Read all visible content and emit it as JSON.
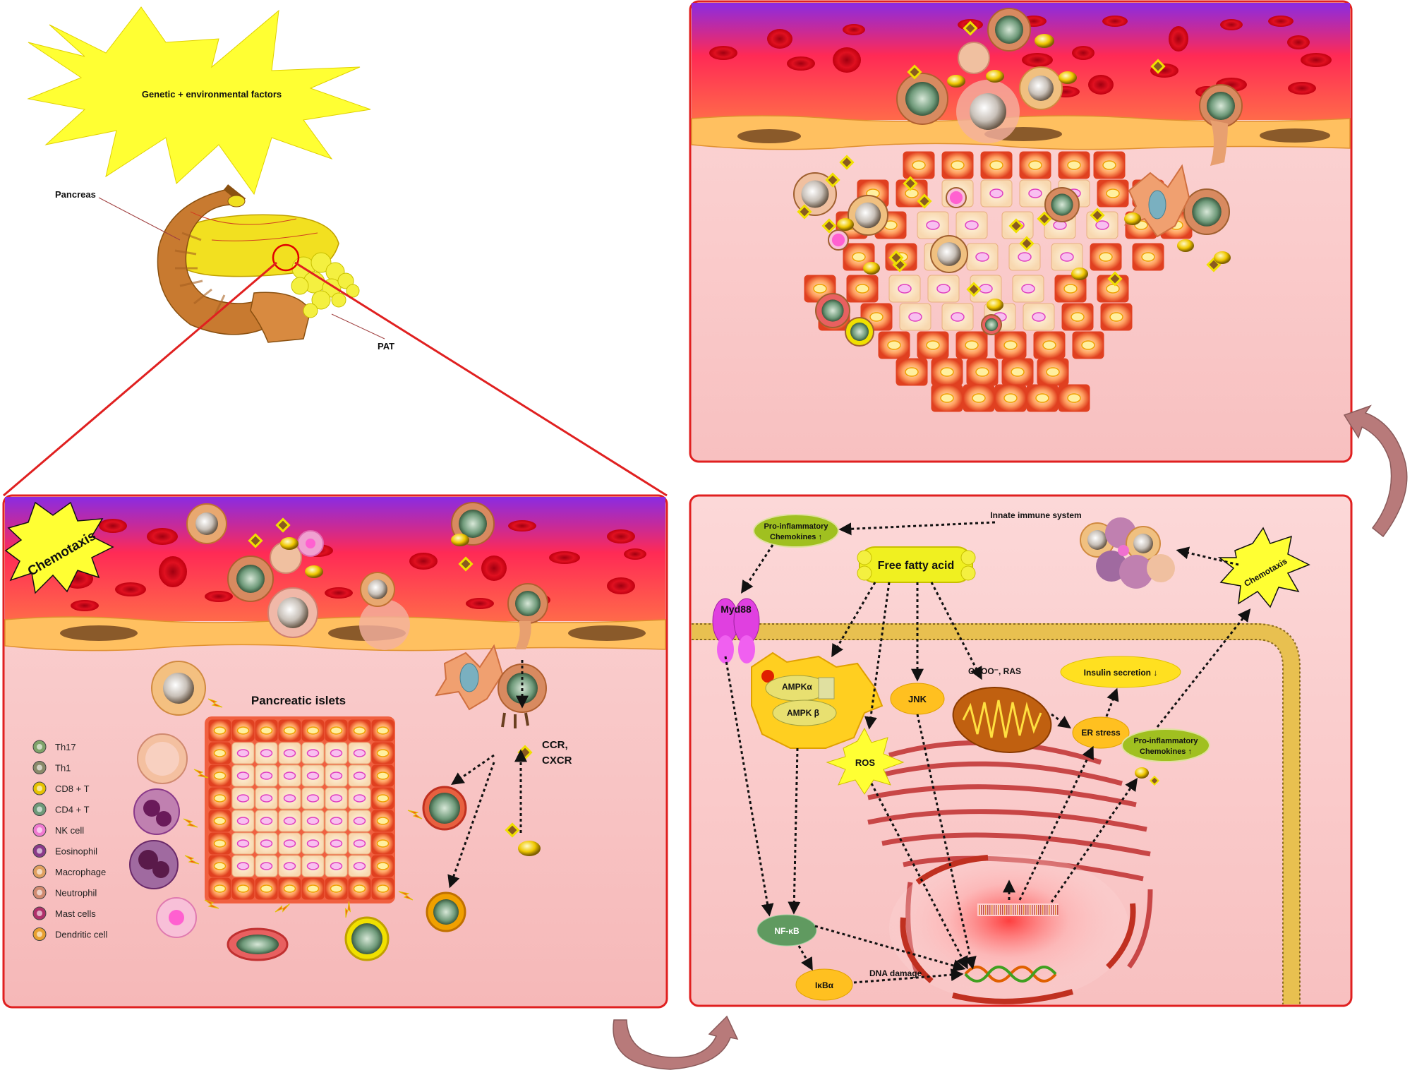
{
  "header": {
    "burst_text": "Genetic + environmental  factors",
    "pancreas_label": "Pancreas",
    "pat_label": "PAT"
  },
  "panel_left": {
    "chemotaxis": "Chemotaxis",
    "islets_title": "Pancreatic islets",
    "receptor_label_1": "CCR,",
    "receptor_label_2": "CXCR"
  },
  "legend": {
    "items": [
      {
        "label": "Th17",
        "color": "#7fa36a"
      },
      {
        "label": "Th1",
        "color": "#8a8a6a"
      },
      {
        "label": "CD8 + T",
        "color": "#e6c200"
      },
      {
        "label": "CD4 + T",
        "color": "#6f9a7a"
      },
      {
        "label": "NK cell",
        "color": "#f07ad0"
      },
      {
        "label": "Eosinophil",
        "color": "#8a3a8a"
      },
      {
        "label": "Macrophage",
        "color": "#e0a060"
      },
      {
        "label": "Neutrophil",
        "color": "#d08a70"
      },
      {
        "label": "Mast cells",
        "color": "#b0306a"
      },
      {
        "label": "Dendritic cell",
        "color": "#e8a030"
      }
    ]
  },
  "panel_right": {
    "innate": "Innate immune system",
    "proinf_1a": "Pro-inflammatory",
    "proinf_1b": "Chemokines ↑",
    "ffa": "Free fatty acid",
    "chemotaxis": "Chemotaxis",
    "myd88": "Myd88",
    "ampka": "AMPKα",
    "ampkb": "AMPK β",
    "ros": "ROS",
    "jnk": "JNK",
    "onoo": "ONOO⁻, RAS",
    "insulin": "Insulin secretion ↓",
    "er": "ER stress",
    "proinf_2a": "Pro-inflammatory",
    "proinf_2b": "Chemokines ↑",
    "nfkb": "NF-κB",
    "ikba": "IκBα",
    "dna": "DNA damage"
  },
  "colors": {
    "frame": "#e02020",
    "vessel_top": "#8a2be2",
    "vessel_bottom": "#ff3050",
    "tissue": "#f8c8c8",
    "burst": "#ffff33",
    "arrow_brown": "#a87070"
  }
}
